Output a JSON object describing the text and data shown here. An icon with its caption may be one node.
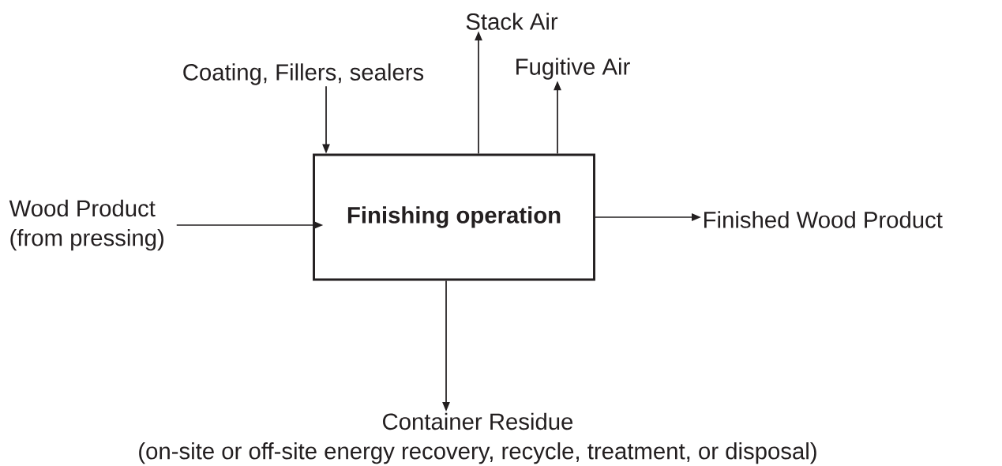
{
  "diagram": {
    "nodes": [
      {
        "text": [
          "Finishing operation"
        ]
      },
      {
        "text": [
          "Wood Product",
          "(from pressing)"
        ]
      },
      {
        "text": [
          "Coating, Fillers, sealers"
        ]
      },
      {
        "text": [
          "Stack Air"
        ]
      },
      {
        "text": [
          "Fugitive Air"
        ]
      },
      {
        "text": [
          "Finished Wood Product"
        ]
      },
      {
        "text": [
          "Container Residue",
          "(on-site or off-site energy recovery, recycle, treatment, or disposal)"
        ]
      }
    ],
    "edges": [
      {
        "from": 1,
        "to": 0,
        "arrow": "to"
      },
      {
        "from": 2,
        "to": 0,
        "arrow": "to"
      },
      {
        "from": 0,
        "to": 3,
        "arrow": "to"
      },
      {
        "from": 0,
        "to": 4,
        "arrow": "to"
      },
      {
        "from": 0,
        "to": 5,
        "arrow": "to"
      },
      {
        "from": 0,
        "to": 6,
        "arrow": "to"
      }
    ]
  }
}
